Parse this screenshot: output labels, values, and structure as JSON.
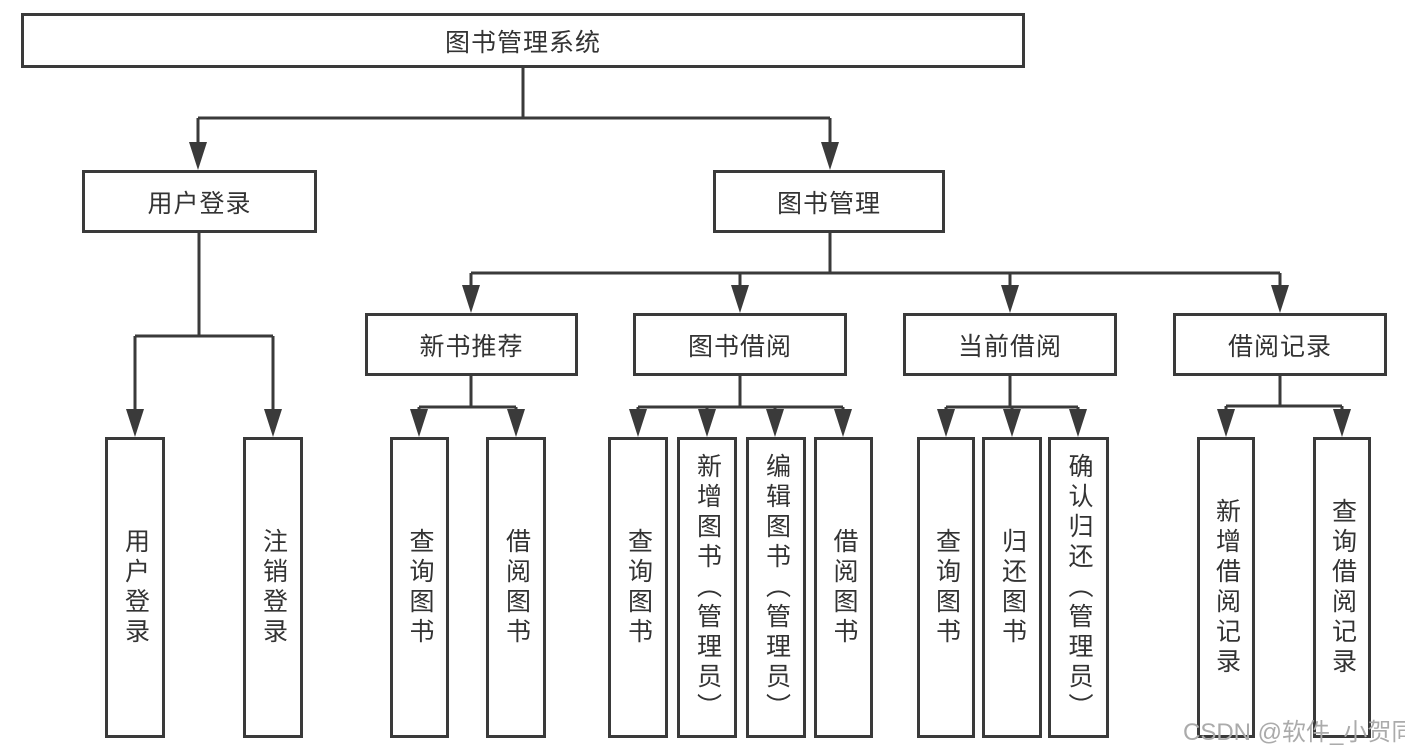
{
  "diagram": {
    "type": "hierarchy-tree",
    "root": {
      "label": "图书管理系统",
      "children": [
        {
          "label": "用户登录",
          "children": [
            {
              "label": "用户登录"
            },
            {
              "label": "注销登录"
            }
          ]
        },
        {
          "label": "图书管理",
          "children": [
            {
              "label": "新书推荐",
              "children": [
                {
                  "label": "查询图书"
                },
                {
                  "label": "借阅图书"
                }
              ]
            },
            {
              "label": "图书借阅",
              "children": [
                {
                  "label": "查询图书"
                },
                {
                  "label": "新增图书（管理员）"
                },
                {
                  "label": "编辑图书（管理员）"
                },
                {
                  "label": "借阅图书"
                }
              ]
            },
            {
              "label": "当前借阅",
              "children": [
                {
                  "label": "查询图书"
                },
                {
                  "label": "归还图书"
                },
                {
                  "label": "确认归还（管理员）"
                }
              ]
            },
            {
              "label": "借阅记录",
              "children": [
                {
                  "label": "新增借阅记录"
                },
                {
                  "label": "查询借阅记录"
                }
              ]
            }
          ]
        }
      ]
    }
  },
  "watermark": {
    "text": "CSDN @软件_小贺同学"
  },
  "colors": {
    "line": "#3a3a3a",
    "text": "#333333",
    "watermark": "#ababab",
    "background": "#ffffff"
  }
}
